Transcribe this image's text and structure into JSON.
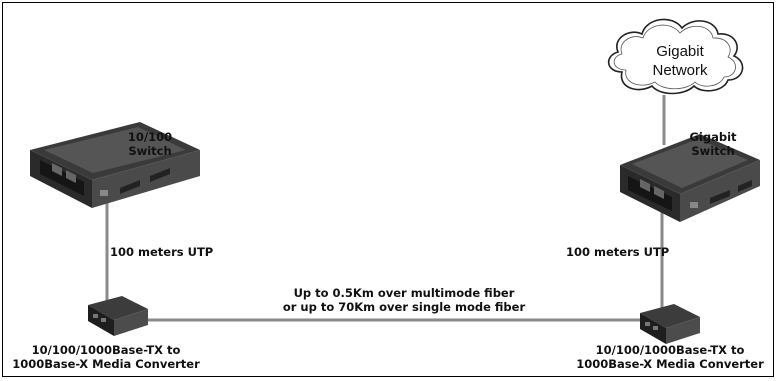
{
  "cloud": {
    "line1": "Gigabit",
    "line2": "Network"
  },
  "left_switch": {
    "line1": "10/100",
    "line2": "Switch"
  },
  "right_switch": {
    "line1": "Gigabit",
    "line2": "Switch"
  },
  "left_cable": {
    "label": "100 meters UTP"
  },
  "right_cable": {
    "label": "100 meters UTP"
  },
  "fiber": {
    "line1": "Up to 0.5Km over multimode fiber",
    "line2": "or up to 70Km over single mode fiber"
  },
  "left_converter": {
    "line1": "10/100/1000Base-TX to",
    "line2": "1000Base-X Media Converter"
  },
  "right_converter": {
    "line1": "10/100/1000Base-TX to",
    "line2": "1000Base-X Media Converter"
  },
  "colors": {
    "line": "#8a8a8a",
    "device_dark": "#2a2a2a",
    "device_mid": "#4a4a4a",
    "device_light": "#6e6e6e"
  }
}
